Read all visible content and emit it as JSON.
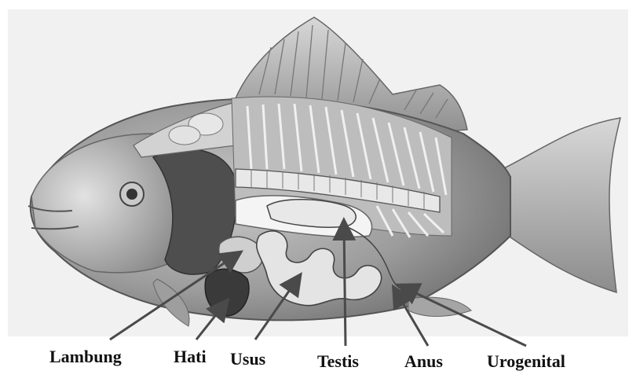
{
  "figure": {
    "labels": {
      "lambung": "Lambung",
      "hati": "Hati",
      "usus": "Usus",
      "testis": "Testis",
      "anus": "Anus",
      "urogenital": "Urogenital"
    },
    "colors": {
      "background": "#f2f2f2",
      "fish_body": "#8f8f8f",
      "outline": "#444444",
      "arrow": "#4a4a4a",
      "label_text": "#111111"
    }
  }
}
